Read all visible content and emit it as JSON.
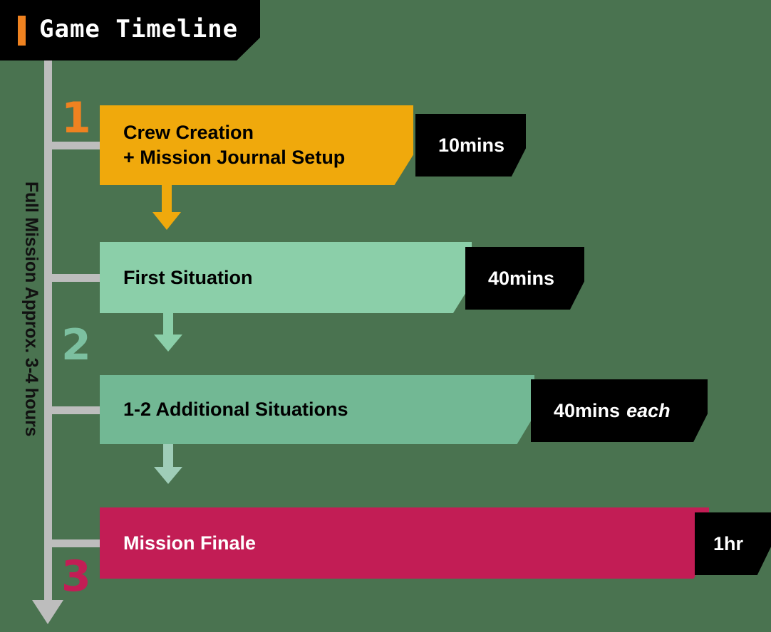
{
  "header": {
    "title": "Game Timeline",
    "accent_color": "#ef8220",
    "background_color": "#000000"
  },
  "canvas": {
    "background_color": "#4a7350"
  },
  "side_label": {
    "text": "Full Mission Approx. 3-4 hours"
  },
  "timeline": {
    "spine_color": "#bdbdbd",
    "steps": [
      {
        "number": "1",
        "number_color": "#ef8220",
        "label": "Crew Creation",
        "label_line2": "+ Mission Journal Setup",
        "duration": "10mins",
        "duration_suffix": "",
        "bar_color": "#f0a90c",
        "text_color": "#000000"
      },
      {
        "number": "",
        "number_color": "",
        "label": "First Situation",
        "label_line2": "",
        "duration": "40mins",
        "duration_suffix": "",
        "bar_color": "#8bcfa9",
        "text_color": "#000000"
      },
      {
        "number": "2",
        "number_color": "#7cc0a0",
        "label": "1-2 Additional Situations",
        "label_line2": "",
        "duration": "40mins",
        "duration_suffix": "each",
        "bar_color": "#72b894",
        "text_color": "#000000"
      },
      {
        "number": "3",
        "number_color": "#c21d55",
        "label": "Mission Finale",
        "label_line2": "",
        "duration": "1hr",
        "duration_suffix": "",
        "bar_color": "#c21d55",
        "text_color": "#ffffff"
      }
    ]
  }
}
